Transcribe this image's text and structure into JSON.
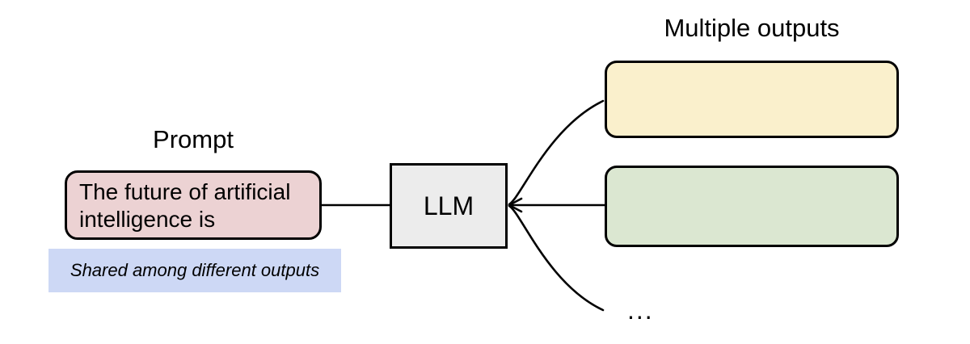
{
  "diagram": {
    "prompt": {
      "title": "Prompt",
      "box_text": "The future of artificial intelligence is",
      "box_fill": "#ecd2d3",
      "note_text": "Shared among different outputs",
      "note_highlight": "#cdd8f5"
    },
    "llm": {
      "label": "LLM",
      "fill": "#ececec"
    },
    "outputs": {
      "title": "Multiple outputs",
      "boxes": [
        {
          "name": "output-box-1",
          "fill": "#faf0cc"
        },
        {
          "name": "output-box-2",
          "fill": "#dbe7d1"
        }
      ],
      "more_indicator": "..."
    }
  }
}
